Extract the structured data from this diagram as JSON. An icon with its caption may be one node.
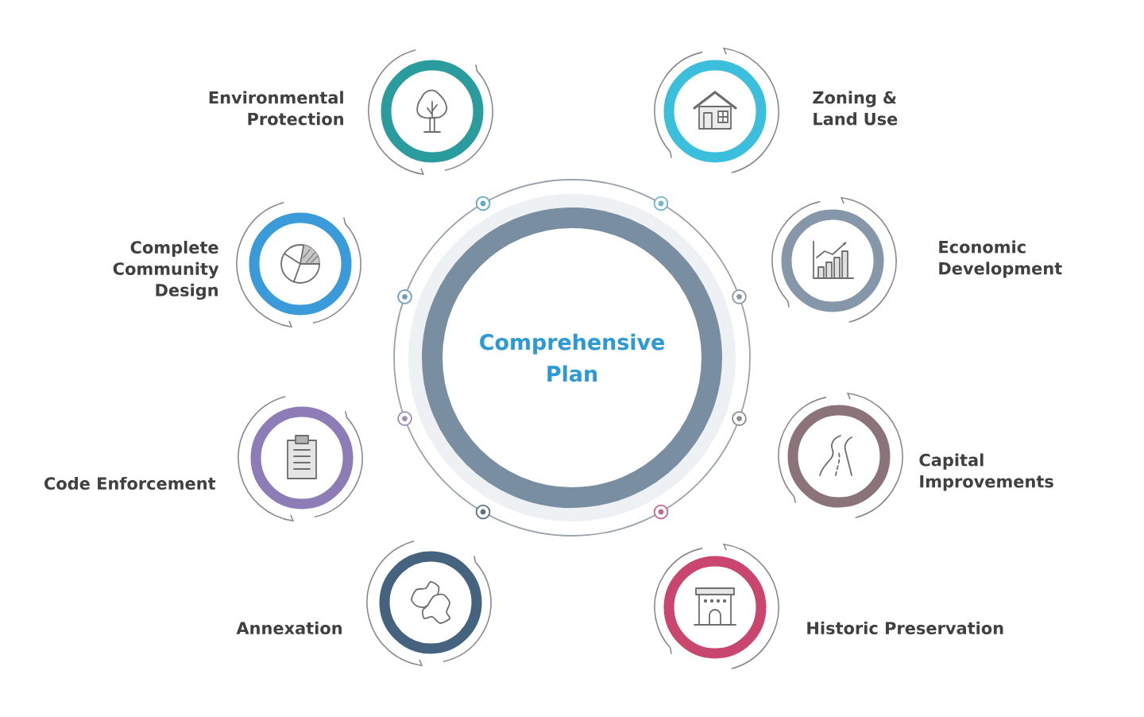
{
  "diagram": {
    "nodes": [
      {
        "text": [
          "Comprehensive Plan"
        ]
      },
      {
        "text": [
          "Environmental Protection"
        ]
      },
      {
        "text": [
          "Zoning & Land Use"
        ]
      },
      {
        "text": [
          "Complete Community Design"
        ]
      },
      {
        "text": [
          "Economic Development"
        ]
      },
      {
        "text": [
          "Code Enforcement"
        ]
      },
      {
        "text": [
          "Capital Improvements"
        ]
      },
      {
        "text": [
          "Annexation"
        ]
      },
      {
        "text": [
          "Historic Preservation"
        ]
      }
    ]
  }
}
